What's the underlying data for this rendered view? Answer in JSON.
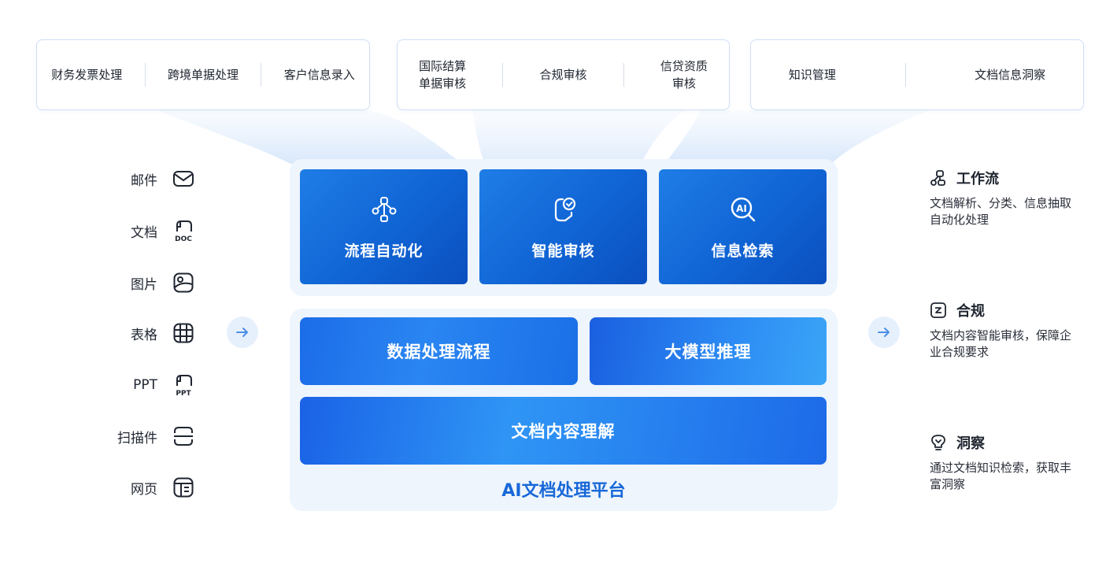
{
  "scenarios": {
    "group_a": [
      "财务发票处理",
      "跨境单据处理",
      "客户信息录入"
    ],
    "group_b": [
      "国际结算\n单据审核",
      "合规审核",
      "信贷资质\n审核"
    ],
    "group_c": [
      "知识管理",
      "文档信息洞察"
    ]
  },
  "inputs": [
    {
      "label": "邮件",
      "icon": "mail-icon"
    },
    {
      "label": "文档",
      "icon": "doc-file-icon",
      "badge": "DOC"
    },
    {
      "label": "图片",
      "icon": "image-icon"
    },
    {
      "label": "表格",
      "icon": "table-icon"
    },
    {
      "label": "PPT",
      "icon": "ppt-file-icon",
      "badge": "PPT"
    },
    {
      "label": "扫描件",
      "icon": "scan-icon"
    },
    {
      "label": "网页",
      "icon": "webpage-icon"
    }
  ],
  "capabilities": [
    {
      "label": "流程自动化",
      "icon": "workflow-icon"
    },
    {
      "label": "智能审核",
      "icon": "audit-check-icon"
    },
    {
      "label": "信息检索",
      "icon": "ai-search-icon"
    }
  ],
  "layers": {
    "data_flow": "数据处理流程",
    "model": "大模型推理",
    "understanding": "文档内容理解",
    "platform_title": "AI文档处理平台"
  },
  "outputs": [
    {
      "title": "工作流",
      "desc": "文档解析、分类、信息抽取自动化处理",
      "icon": "workflow-icon"
    },
    {
      "title": "合规",
      "desc": "文档内容智能审核，保障企业合规要求",
      "icon": "compliance-icon"
    },
    {
      "title": "洞察",
      "desc": "通过文档知识检索，获取丰富洞察",
      "icon": "lightbulb-icon"
    }
  ],
  "colors": {
    "accent": "#1868d8",
    "card_blue": "#1064d4",
    "platform_bg": "#eef5fd",
    "arrow_bg": "#e6f0fc"
  }
}
